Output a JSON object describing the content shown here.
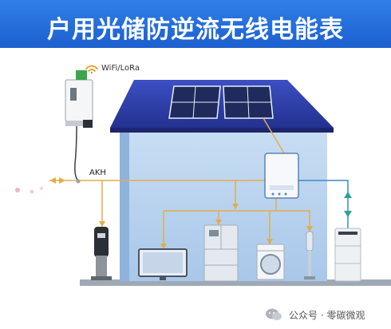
{
  "header": {
    "title": "户用光储防逆流无线电能表"
  },
  "labels": {
    "wireless": "WiFi/LoRa",
    "meter": "AKH"
  },
  "watermark": {
    "text": "公众号 · 零碳微观",
    "icon": "wechat-icon"
  },
  "colors": {
    "banner": "#1d5fcf",
    "roof": "#2f3fb0",
    "house_wall": "#bcd6f0",
    "ac_line": "#e2ad4a",
    "battery_line": "#3b88c8",
    "battery_arrow": "#2aa390",
    "wifi": "#e59a1a"
  }
}
